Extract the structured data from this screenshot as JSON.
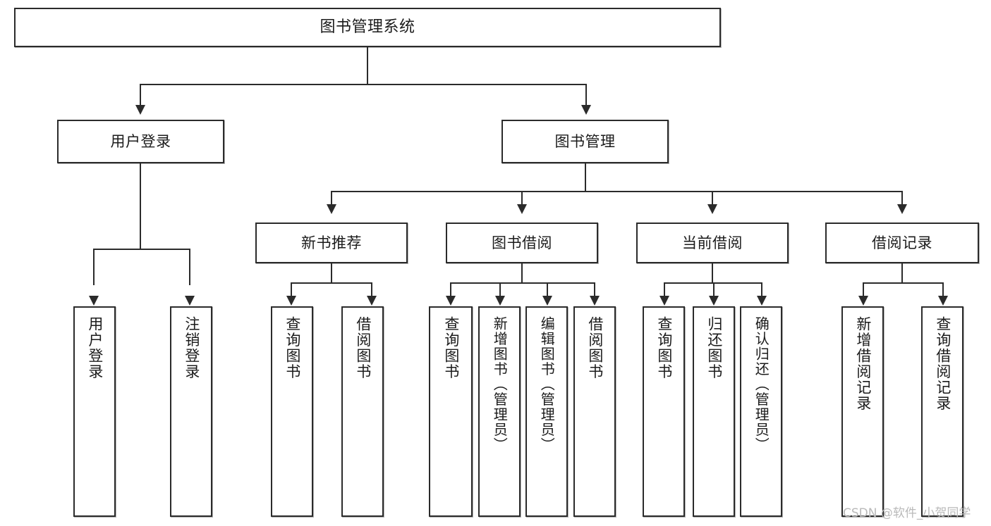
{
  "diagram": {
    "title": "图书管理系统",
    "type": "功能结构图",
    "root": {
      "label": "图书管理系统"
    },
    "level2": [
      {
        "id": "user-login",
        "label": "用户登录"
      },
      {
        "id": "book-management",
        "label": "图书管理"
      }
    ],
    "level3": [
      {
        "id": "new-book-recommend",
        "label": "新书推荐",
        "parent": "book-management"
      },
      {
        "id": "book-borrow",
        "label": "图书借阅",
        "parent": "book-management"
      },
      {
        "id": "current-borrow",
        "label": "当前借阅",
        "parent": "book-management"
      },
      {
        "id": "borrow-record",
        "label": "借阅记录",
        "parent": "book-management"
      }
    ],
    "leaves": {
      "user_login": [
        {
          "id": "leaf-user-login",
          "label": "用户登录"
        },
        {
          "id": "leaf-logout",
          "label": "注销登录"
        }
      ],
      "new_book_recommend": [
        {
          "id": "leaf-query-book-1",
          "label": "查询图书"
        },
        {
          "id": "leaf-borrow-book-1",
          "label": "借阅图书"
        }
      ],
      "book_borrow": [
        {
          "id": "leaf-query-book-2",
          "label": "查询图书"
        },
        {
          "id": "leaf-add-book",
          "label": "新增图书（管理员）"
        },
        {
          "id": "leaf-edit-book",
          "label": "编辑图书（管理员）"
        },
        {
          "id": "leaf-borrow-book-2",
          "label": "借阅图书"
        }
      ],
      "current_borrow": [
        {
          "id": "leaf-query-book-3",
          "label": "查询图书"
        },
        {
          "id": "leaf-return-book",
          "label": "归还图书"
        },
        {
          "id": "leaf-confirm-return",
          "label": "确认归还（管理员）"
        }
      ],
      "borrow_record": [
        {
          "id": "leaf-add-record",
          "label": "新增借阅记录"
        },
        {
          "id": "leaf-query-record",
          "label": "查询借阅记录"
        }
      ]
    }
  },
  "watermark": {
    "text": "CSDN @软件_小贺同学"
  },
  "colors": {
    "stroke": "#2b2b2b",
    "fill": "#ffffff",
    "text": "#1b1b1b",
    "watermark": "#b9b9b9"
  }
}
